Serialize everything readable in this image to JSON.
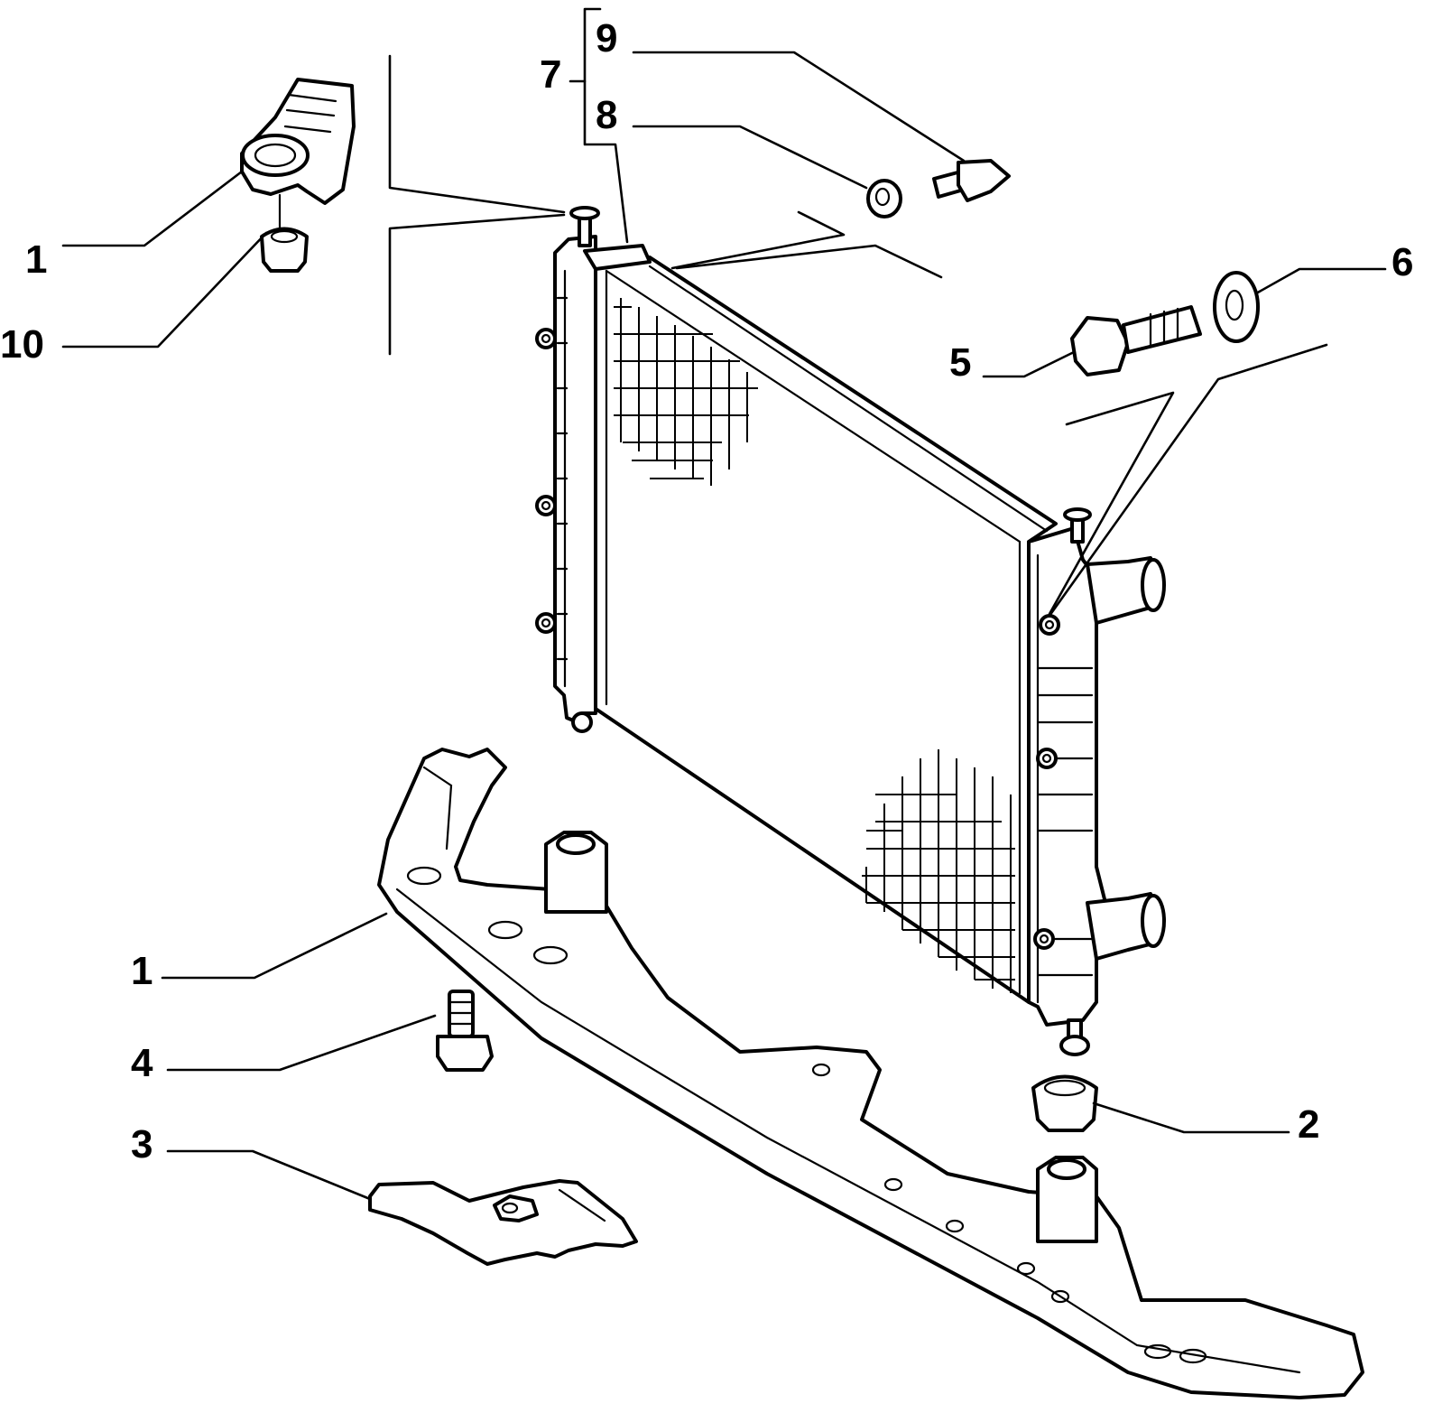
{
  "callouts": {
    "c1_upper": "1",
    "c10": "10",
    "c7": "7",
    "c9": "9",
    "c8": "8",
    "c6": "6",
    "c5": "5",
    "c1_lower": "1",
    "c4": "4",
    "c3": "3",
    "c2": "2"
  }
}
